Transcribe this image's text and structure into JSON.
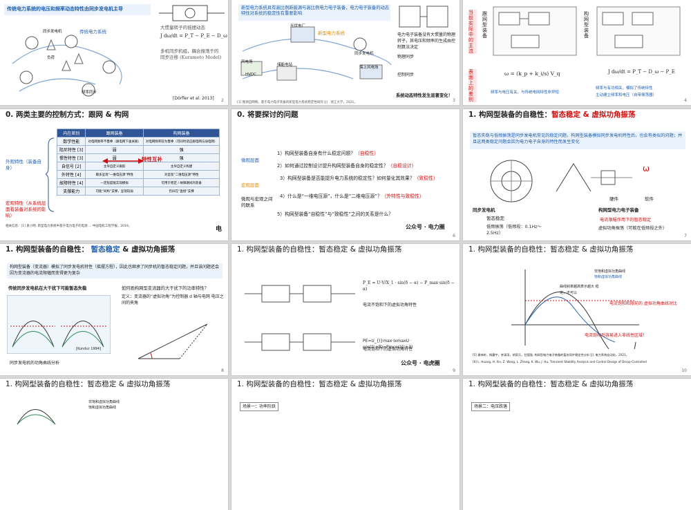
{
  "s1": {
    "headline": "传统电力系统的电压和频率动态特性由同步发电机主导",
    "caption1": "大惯量转子的摇摆动态",
    "equation": "J dω/dt = P_T − P_E − D_ω",
    "caption2": "多机同步机组，耦合振荡于的同步迁移 (Kuramoto Model)",
    "label_sys": "传统电力系统",
    "label_gen": "同步发电机",
    "label_load": "负荷",
    "label_freq": "频率同步",
    "ref": "[Dörfler et al. 2013]",
    "pg": "2"
  },
  "s2": {
    "headline": "新型电力系统具有高比例新能源与高比例电力电子装备，电力电子装备的动态特性对系统的稳定性有重要影响",
    "label_pv": "光伏电厂",
    "label_sys": "新型电力系统",
    "label_wind": "风电场",
    "label_storage": "储能电站",
    "label_hvdc": "HVDC",
    "label_offshore": "海上风电场",
    "label_sync": "同步发电机",
    "side1": "电力电子装备没有大惯量的物理转子，其电压和频率的生成由控制算法决定",
    "side2": "物理同步",
    "side3": "控制同步",
    "side4": "系统动态特性发生显著变化！",
    "ref": "[1] 图源自网络。基于电力电子装备的新型电力系统稳定性研究 [J] . 浙江大学，2021。",
    "pg": "3"
  },
  "s3": {
    "vtitle1": "当前实际中的主流",
    "vtitle2": "表面上的差别",
    "vlabel1": "跟网型装备",
    "vlabel2": "构网型装备",
    "eq1": "ω = (k_p + k_i/s) V_q",
    "eq2": "J dω/dt = P_T − D_ω − P_E",
    "bullet1": "频率与电压有关，与传统电网特性非异短",
    "bullet2": "频率与有功相关，模拟了传统特性",
    "bullet3": "主动建立频率和电压（自带振荡器）",
    "pg": "4"
  },
  "s4": {
    "title": "0. 两类主要的控制方式：跟网 & 构网",
    "head": [
      "内在差别",
      "跟网装备",
      "构网装备"
    ],
    "rows": [
      [
        "数学性能",
        "对电网频率不鲁棒（跟电网下垂关联）",
        "对电网频率较为鲁棒（可同时适应跟电网与弱电网）"
      ],
      [
        "阻尼特性 [3]",
        "弱",
        "强"
      ],
      [
        "惯性特性 [3]",
        "弱",
        "强"
      ],
      [
        "自信号 [2]",
        "主导自定义跟踪",
        "主导自定义构建"
      ],
      [
        "外特性 [4]",
        "最多呈现“一维电压源”特性",
        "对呈现“二维电压源”特性"
      ],
      [
        "故障特性 [4]",
        "一定程度能实现模拟",
        "可用于稳定 / 故障期间的装备"
      ],
      [
        "支撑能力",
        "可能“同构”支撑，呈现较弱",
        "仍旧在“直接”支撑"
      ]
    ],
    "left1": "外观特性（装备自身）",
    "left2": "宏观特性（从系统层面看装备对系统的影响）",
    "arrow_label": "特性互补",
    "footnote": "相关信息：[1] 袁小明. 新型电力系统中基于电力电子的电源 ... 中国电机工程学报，2019。",
    "wm": "电"
  },
  "s5": {
    "title": "0. 将要探讨的问题",
    "tag1": "微观层面",
    "tag2": "宏观层面",
    "tag3": "微观与宏观之间的联系",
    "q1": "1）构网型装备自身有什么稳定问题？",
    "q1r": "（自稳性）",
    "q2": "2）如何通过控制设计提升构网型装备自身的稳定性？",
    "q2r": "（自稳设计）",
    "q3": "3）构网型装备是否能提升电力系统的稳定性？如何量化其效果？",
    "q3r": "（致稳性）",
    "q4": "4）什么是“一维电压源”，什么是“二维电压源”？",
    "q4r": "（外特性与致稳性）",
    "q5": "5）构网型装备“自稳性”与“致稳性”之间的关系是什么？",
    "wm": "公众号 · 电力圈",
    "pg": "6"
  },
  "s6": {
    "title_a": "1. 构网型装备的自稳性：",
    "title_b": "暂态稳定 &",
    "title_c": "虚拟功角振荡",
    "banner": "暂态失稳与低频振荡是同步发电机常见的稳定问题，构网型装备模拟同步发电机特性后，也会有类似的问题；并且这两类稳定问题会因为电力电子自身的特性而发生变化",
    "cap1": "同步发电机",
    "cap2": "暂态稳定",
    "cap3": "低频振荡（低频段：0.1Hz～2.5Hz）",
    "cap4": "构网型电力电子装备",
    "cap5": "电流限幅作用下的暂态稳定",
    "cap6": "虚拟功角振荡（可能在低频段之外）",
    "hw": "硬件",
    "sw": "软件",
    "pg": "7"
  },
  "s7": {
    "title_a": "1. 构网型装备的自稳性：",
    "title_b": "暂态稳定",
    "title_c": "& 虚拟功角振荡",
    "banner": "构网型装备（变流器）模拟了同步发电机特性（摇摆方程），因此也继承了同步机的暂态稳定问题，并且该问题还会因为变流器的电流限幅而变得更为复杂",
    "left_cap": "传统同步发电机在大干扰下可能暂态失稳",
    "q": "如何画构网型变流器的大干扰下的功率特性？",
    "def": "定义：变流器的“虚拟功角”为控制器 d 轴与电网 电压之间的夹角",
    "fig_cap": "同步发电机的功角曲线分析",
    "ref": "[Kundur 1994]",
    "pg": "8"
  },
  "s8": {
    "title_a": "1. 构网型装备的自稳性：暂态稳定 & 虚拟功角振荡",
    "eq1": "P_E = U·V/X_1 · sin(δ − α) − P_max·sin(δ − α)",
    "cap1": "电流不饱和下的虚拟功角特性",
    "eq2": "PE=U_{I}max·IxmaxU · cos(δ'+β)=Pmcos(δ'+3)",
    "cap2": "电流饱和下的虚拟功角特性",
    "wm": "公众号 · 电虎圈",
    "pg": "9"
  },
  "s9": {
    "title_a": "1. 构网型装备的自稳性：暂态稳定 & 虚拟功角振荡",
    "leg1": "非饱和虚拟功角曲线",
    "leg2": "饱和虚拟功角曲线",
    "ann1": "曲线斜率越高表示越大 稳定，不可以",
    "ann2": "电流饱和和限前的 虚拟功角曲线对比",
    "ann3": "电流饱和后容易进入非线性区域！",
    "ref1": "[5] 谢林岭，杨震宇，李清涛，胡家兵，甘德强. 构网型电力电子装备的暂态同步稳定性分析 [J]. 电力系统自动化，2021。",
    "ref2": "[6] L. Huang, H. Xin, Z. Wang, L. Zhang, K. Wu, J. Hu, Transient Stability Analysis and Control Design of Droop-Controlled",
    "pg": "10"
  },
  "s10": {
    "title": "1. 构网型装备的自稳性：暂态稳定 & 虚拟功角振荡",
    "leg1": "非饱和虚拟功角曲线",
    "leg2": "饱和虚拟功角曲线"
  },
  "s11": {
    "title": "1. 构网型装备的自稳性：暂态稳定 & 虚拟功角振荡",
    "tab": "场景一：功率阶跃"
  },
  "s12": {
    "title": "1. 构网型装备的自稳性：暂态稳定 & 虚拟功角振荡",
    "tab": "场景二：电压跌落"
  }
}
